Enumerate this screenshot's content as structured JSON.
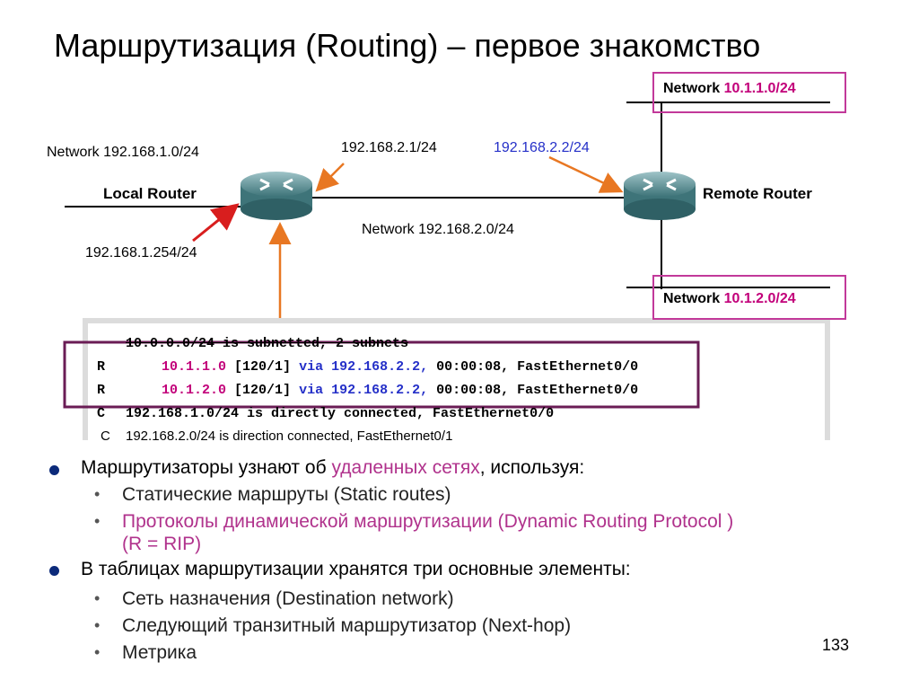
{
  "title": "Маршрутизация (Routing) –  первое знакомство",
  "diagram": {
    "network_left": "Network 192.168.1.0/24",
    "local_router": "Local Router",
    "remote_router": "Remote Router",
    "ip_local_serial": "192.168.2.1/24",
    "ip_remote_serial": "192.168.2.2/24",
    "network_middle": "Network 192.168.2.0/24",
    "ip_local_lan": "192.168.1.254/24",
    "network_top_prefix": "Network ",
    "network_top_addr": "10.1.1.0/24",
    "network_bottom_prefix": "Network ",
    "network_bottom_addr": "10.1.2.0/24"
  },
  "routing_table": {
    "summary": "10.0.0.0/24 is subnetted, 2 subnets",
    "rows": [
      {
        "code": "R",
        "net": "10.1.1.0",
        "metric": "[120/1]",
        "via": "via",
        "hop": "192.168.2.2,",
        "rest": "00:00:08, FastEthernet0/0"
      },
      {
        "code": "R",
        "net": "10.1.2.0",
        "metric": "[120/1]",
        "via": "via",
        "hop": "192.168.2.2,",
        "rest": "00:00:08, FastEthernet0/0"
      },
      {
        "code": "C",
        "text": "192.168.1.0/24 is directly connected, FastEthernet0/0"
      },
      {
        "code": "C",
        "text": "192.168.2.0/24 is direction connected, FastEthernet0/1"
      }
    ]
  },
  "bullets": [
    {
      "pre": "Маршрутизаторы узнают об ",
      "hl": "удаленных сетях",
      "post": ", используя:",
      "sub": [
        {
          "text": "Статические маршруты (Static routes)",
          "line2": ""
        },
        {
          "text": "Протоколы динамической маршрутизации (Dynamic Routing Protocol )",
          "line2": "(R = RIP)"
        }
      ]
    },
    {
      "pre": "В таблицах маршрутизации хранятся три основные элементы:",
      "hl": "",
      "post": "",
      "sub": [
        {
          "text": "Сеть назначения (Destination network)",
          "line2": ""
        },
        {
          "text": "Следующий транзитный маршрутизатор (Next-hop)",
          "line2": ""
        },
        {
          "text": "Метрика",
          "line2": ""
        }
      ]
    }
  ],
  "page_number": "133",
  "colors": {
    "accent": "#c2399a",
    "arrow": "#e87722",
    "red_arrow": "#d81e1e",
    "blue": "#2530c8"
  }
}
